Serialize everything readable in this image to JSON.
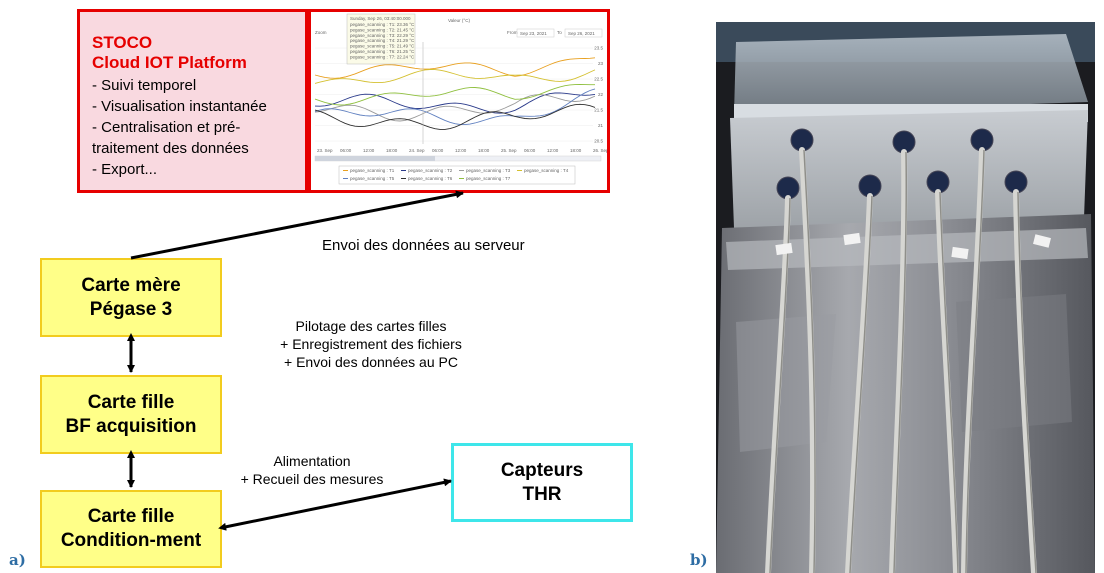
{
  "stoco": {
    "title1": "STOCO",
    "title2": "Cloud IOT Platform",
    "items": [
      "- Suivi temporel",
      "- Visualisation instantanée",
      "- Centralisation et pré-",
      "traitement des données",
      "- Export..."
    ]
  },
  "chart_screenshot": {
    "title": "Valeur (°C)",
    "zoom_label": "Zoom",
    "from_label": "From",
    "from_date": "Sep 23, 2021",
    "to_label": "To",
    "to_date": "Sep 26, 2021",
    "tooltip_header": "Sunday, Sep 26, 03:40:00.000",
    "tooltip_lines": [
      "pegase_scanning : T1: 23.36 °C",
      "pegase_scanning : T2: 21.45 °C",
      "pegase_scanning : T3: 22.29 °C",
      "pegase_scanning : T4: 21.29 °C",
      "pegase_scanning : T5: 21.49 °C",
      "pegase_scanning : T6: 21.25 °C",
      "pegase_scanning : T7: 22.24 °C"
    ],
    "y_ticks": [
      "23.5",
      "23",
      "22.5",
      "22",
      "21.5",
      "21",
      "20.5"
    ],
    "x_ticks": [
      "23. Sep",
      "06:00",
      "12:00",
      "18:00",
      "24. Sep",
      "06:00",
      "12:00",
      "18:00",
      "25. Sep",
      "06:00",
      "12:00",
      "18:00",
      "26. Sep"
    ],
    "legend": [
      "pegase_scanning : T1",
      "pegase_scanning : T2",
      "pegase_scanning : T3",
      "pegase_scanning : T4",
      "pegase_scanning : T5",
      "pegase_scanning : T6",
      "pegase_scanning : T7"
    ],
    "series_colors": [
      "#e8a020",
      "#2a3a8a",
      "#9a9a9a",
      "#d4c030",
      "#6080c0",
      "#303030",
      "#90c040"
    ]
  },
  "boxes": {
    "mother_line1": "Carte mère",
    "mother_line2": "Pégase 3",
    "bf_line1": "Carte fille",
    "bf_line2": "BF acquisition",
    "cond_line1": "Carte fille",
    "cond_line2": "Condition-ment",
    "sensor_line1": "Capteurs",
    "sensor_line2": "THR"
  },
  "notes": {
    "server": "Envoi des données au serveur",
    "pilot_1": "Pilotage des cartes filles",
    "pilot_2": "+ Enregistrement des fichiers",
    "pilot_3": "+ Envoi des données au PC",
    "power_1": "Alimentation",
    "power_2": "+ Recueil des mesures"
  },
  "labels": {
    "a": "a)",
    "b": "b)"
  },
  "colors": {
    "red": "#e60000",
    "pink": "#f9d9e0",
    "yellow": "#ffff88",
    "yellow_border": "#f2cc1e",
    "cyan": "#3ee6ea",
    "label_blue": "#2e6da4"
  }
}
